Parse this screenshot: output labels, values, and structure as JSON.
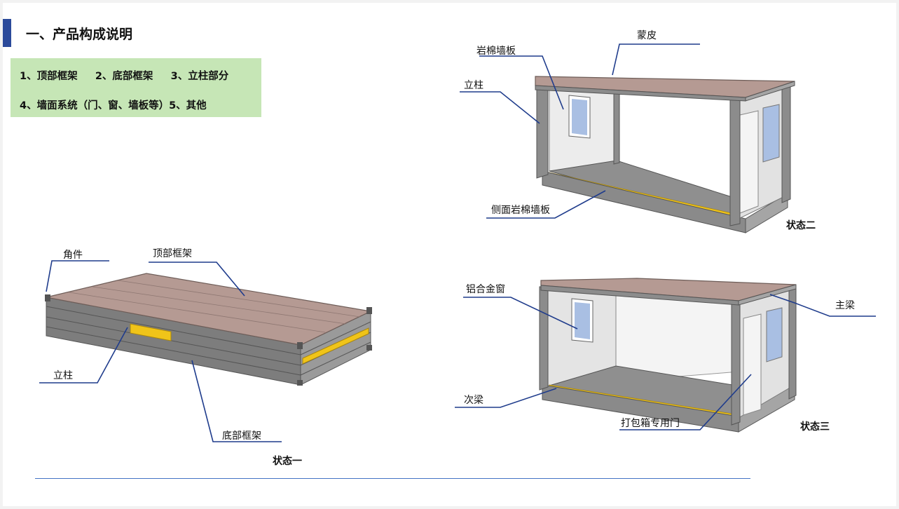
{
  "section": {
    "title": "一、产品构成说明",
    "parts_line1": "1、顶部框架     2、底部框架     3、立柱部分",
    "parts_line2": "4、墙面系统（门、窗、墙板等）5、其他"
  },
  "state1": {
    "caption": "状态一",
    "labels": {
      "corner": "角件",
      "top_frame": "顶部框架",
      "column": "立柱",
      "bottom_frame": "底部框架"
    }
  },
  "state2": {
    "caption": "状态二",
    "labels": {
      "skin": "蒙皮",
      "rockwool_panel": "岩棉墙板",
      "column": "立柱",
      "side_rockwool_panel": "侧面岩棉墙板"
    }
  },
  "state3": {
    "caption": "状态三",
    "labels": {
      "aluminum_window": "铝合金窗",
      "main_beam": "主梁",
      "secondary_beam": "次梁",
      "container_door": "打包箱专用门"
    }
  },
  "colors": {
    "accent": "#2b4a9a",
    "leader": "#1f3c8c",
    "green_box": "#c6e6b6",
    "frame_gray": "#8c8c8c",
    "roof_brown": "#b59a93",
    "yellow_beam": "#f0c419",
    "rule_line": "#4472c4"
  }
}
